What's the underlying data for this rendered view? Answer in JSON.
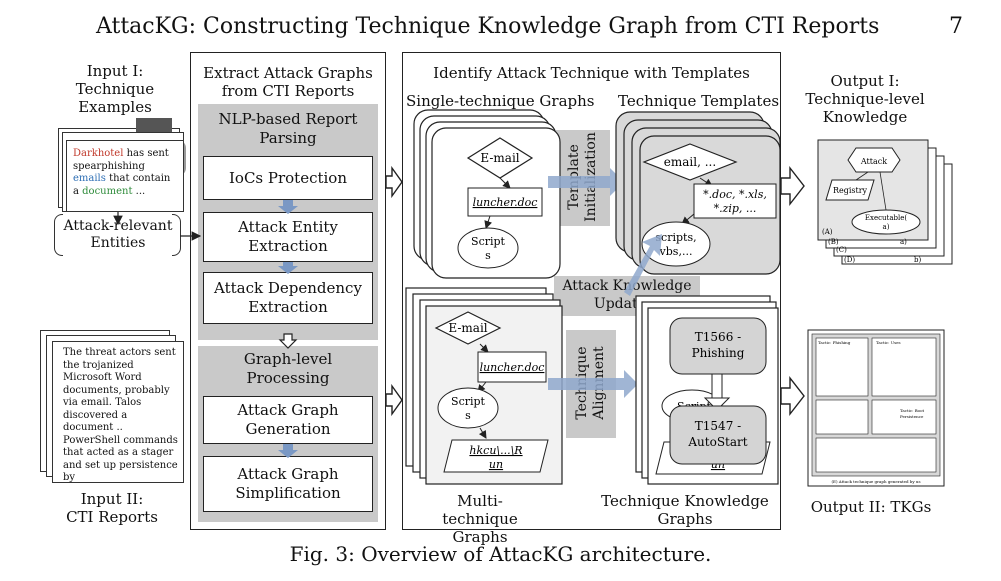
{
  "header": {
    "title": "AttacKG: Constructing Technique Knowledge Graph from CTI Reports",
    "page_number": "7"
  },
  "input1": {
    "title": [
      "Input I:",
      "Technique",
      "Examples"
    ],
    "doc_text": {
      "part1": "Darkhotel",
      "part2": " has sent spearphishing ",
      "part3": "emails",
      "part4": " that contain a ",
      "part5": "document",
      "part6": " ..."
    },
    "entities_label": [
      "Attack-relevant",
      "Entities"
    ]
  },
  "input2": {
    "doc_text": "The threat actors sent the trojanized Microsoft Word documents, probably via email. Talos discovered a document .. PowerShell commands that acted as a stager and set up persistence by HKCU\\Software\\Microsoft\\Windows\\CurrentVersion\\Run Registry key.",
    "title": [
      "Input II:",
      "CTI Reports"
    ]
  },
  "extract": {
    "title": [
      "Extract Attack Graphs",
      "from CTI Reports"
    ],
    "nlp_band": [
      "NLP-based Report",
      "Parsing"
    ],
    "steps": [
      "IoCs Protection",
      "Attack Entity Extraction",
      "Attack Dependency Extraction"
    ],
    "graph_band": [
      "Graph-level",
      "Processing"
    ],
    "steps2": [
      "Attack Graph Generation",
      "Attack Graph Simplification"
    ]
  },
  "identify": {
    "title": "Identify Attack Technique with Templates",
    "single_graphs_label": "Single-technique Graphs",
    "templates_label": "Technique Templates",
    "template_init": [
      "Template",
      "Initialization"
    ],
    "knowledge_updating": [
      "Attack Knowledge",
      "Updating"
    ],
    "technique_alignment": [
      "Technique",
      "Alignment"
    ],
    "multi_graphs_label": [
      "Multi-technique",
      "Graphs"
    ],
    "tkg_label": [
      "Technique Knowledge",
      "Graphs"
    ],
    "single_nodes": {
      "email": "E-mail",
      "doc": "luncher.doc",
      "script": [
        "Script",
        "s"
      ]
    },
    "template_nodes": {
      "email": "email, ...",
      "doc": [
        "*.doc, *.xls,",
        "*.zip, ..."
      ],
      "script": [
        "scripts,",
        "vbs,..."
      ]
    },
    "multi_nodes": {
      "email": "E-mail",
      "doc": "luncher.doc",
      "script": [
        "Script",
        "s"
      ],
      "reg": [
        "hkcu\\...\\R",
        "un"
      ]
    },
    "tkg_nodes": {
      "t1": [
        "T1566 -",
        "Phishing"
      ],
      "t2": [
        "T1547 -",
        "AutoStart"
      ],
      "behind1": "Script",
      "behind2": "un"
    }
  },
  "output1": {
    "title": [
      "Output I:",
      "Technique-level",
      "Knowledge"
    ],
    "nodes": {
      "attack": "Attack",
      "registry": "Registry",
      "exec": [
        "Executable(",
        "a)"
      ],
      "a": "a)",
      "b": "b)"
    },
    "layer_labels": [
      "(A)",
      "(B)",
      "(C)",
      "(D)"
    ]
  },
  "output2": {
    "title": "Output II: TKGs",
    "caption": "(E) Attack technique graph generated by us",
    "small_labels": [
      "Tactic: Phishing",
      "Tactic: Uses",
      "Tactic: Boot",
      "Persistence"
    ]
  },
  "caption": "Fig. 3: Overview of AttacKG architecture."
}
